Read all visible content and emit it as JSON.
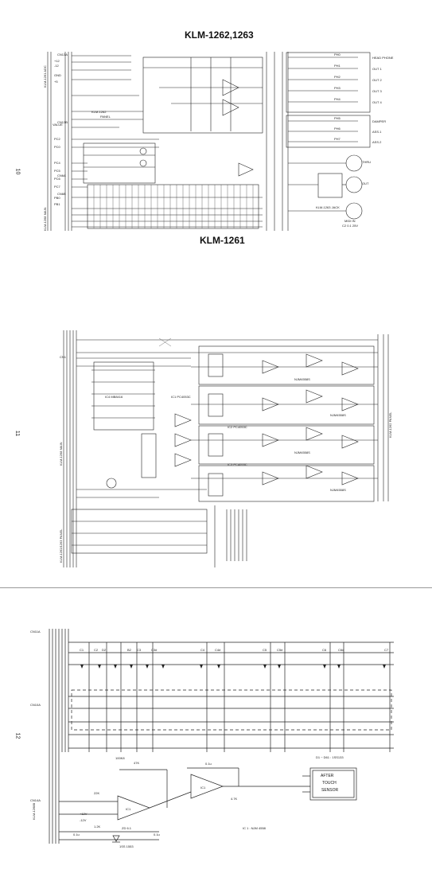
{
  "document": {
    "sheets": [
      {
        "page_number": "10",
        "title": "KLM-1262,1263",
        "left_connectors": [
          "CN13A",
          "CN13B",
          "CN6A",
          "CN6B"
        ],
        "left_vertical_label_top": "KLM-1261 ADC",
        "left_vertical_label_bottom": "KLM-1268 MAIN",
        "panel_label": "KLM-1262",
        "panel_sub": "PANEL",
        "pins_left": [
          "+12",
          "-12",
          "GND",
          "+5",
          "VALUE",
          "PC2",
          "PC0",
          "PC4",
          "PC5",
          "PC6",
          "PC7",
          "PB0",
          "PB1"
        ],
        "outputs": [
          {
            "label": "HEAD PHONE",
            "pin": "PH0"
          },
          {
            "label": "OUT 1",
            "pin": "PH1"
          },
          {
            "label": "OUT 2",
            "pin": "PH2"
          },
          {
            "label": "OUT 3",
            "pin": "PH3"
          },
          {
            "label": "OUT 4",
            "pin": "PH4"
          },
          {
            "label": "DAMPER",
            "pin": "PH5"
          },
          {
            "label": "ASS.1",
            "pin": "PH6"
          },
          {
            "label": "ASS.2",
            "pin": "PH7"
          }
        ],
        "right_block_label": "KLM-1263 JACK",
        "midi_labels": [
          "THRU",
          "OUT",
          "MIDI IN"
        ],
        "bottom_note": "C2 0.1 25V"
      },
      {
        "page_number": "11",
        "title": "KLM-1261",
        "left_connector": "CN1",
        "left_vertical_label": "KLM-1268 MAIN",
        "right_vertical_label": "KLM-1262 PANEL",
        "ic_labels": [
          "IC1 PC4053C",
          "IC2 PC4053C",
          "IC3 PC4053C",
          "IC4 MB8416"
        ],
        "opamp_label": "NJM4558S",
        "bottom_left_label": "KLM-1262/1263 PANEL"
      },
      {
        "page_number": "12",
        "title": "",
        "left_connectors": [
          "CN11A",
          "CN10A",
          "CN14A"
        ],
        "left_vertical_label": "KLM-1268B",
        "key_labels": [
          "C1",
          "C2",
          "D2",
          "B2",
          "C3",
          "C3#",
          "C4",
          "C4#",
          "C5",
          "C5#",
          "C6",
          "C6#",
          "C7"
        ],
        "diode_note": "D1 ~ D61 : 1SS133",
        "ic_labels": [
          "IC1",
          "IC1"
        ],
        "ic_note": "IC 1 : NJM 4558",
        "component_values": [
          "47K",
          "100K8",
          "0.1u",
          "22K",
          "1.2K",
          "ZD 6.1",
          "1SS 1553",
          "0.1u",
          "4.7K",
          "0.1u"
        ],
        "sensor_label_1": "AFTER",
        "sensor_label_2": "TOUCH",
        "sensor_label_3": "SENSOR",
        "supply_labels": [
          "+12V",
          "-12V"
        ]
      }
    ]
  }
}
